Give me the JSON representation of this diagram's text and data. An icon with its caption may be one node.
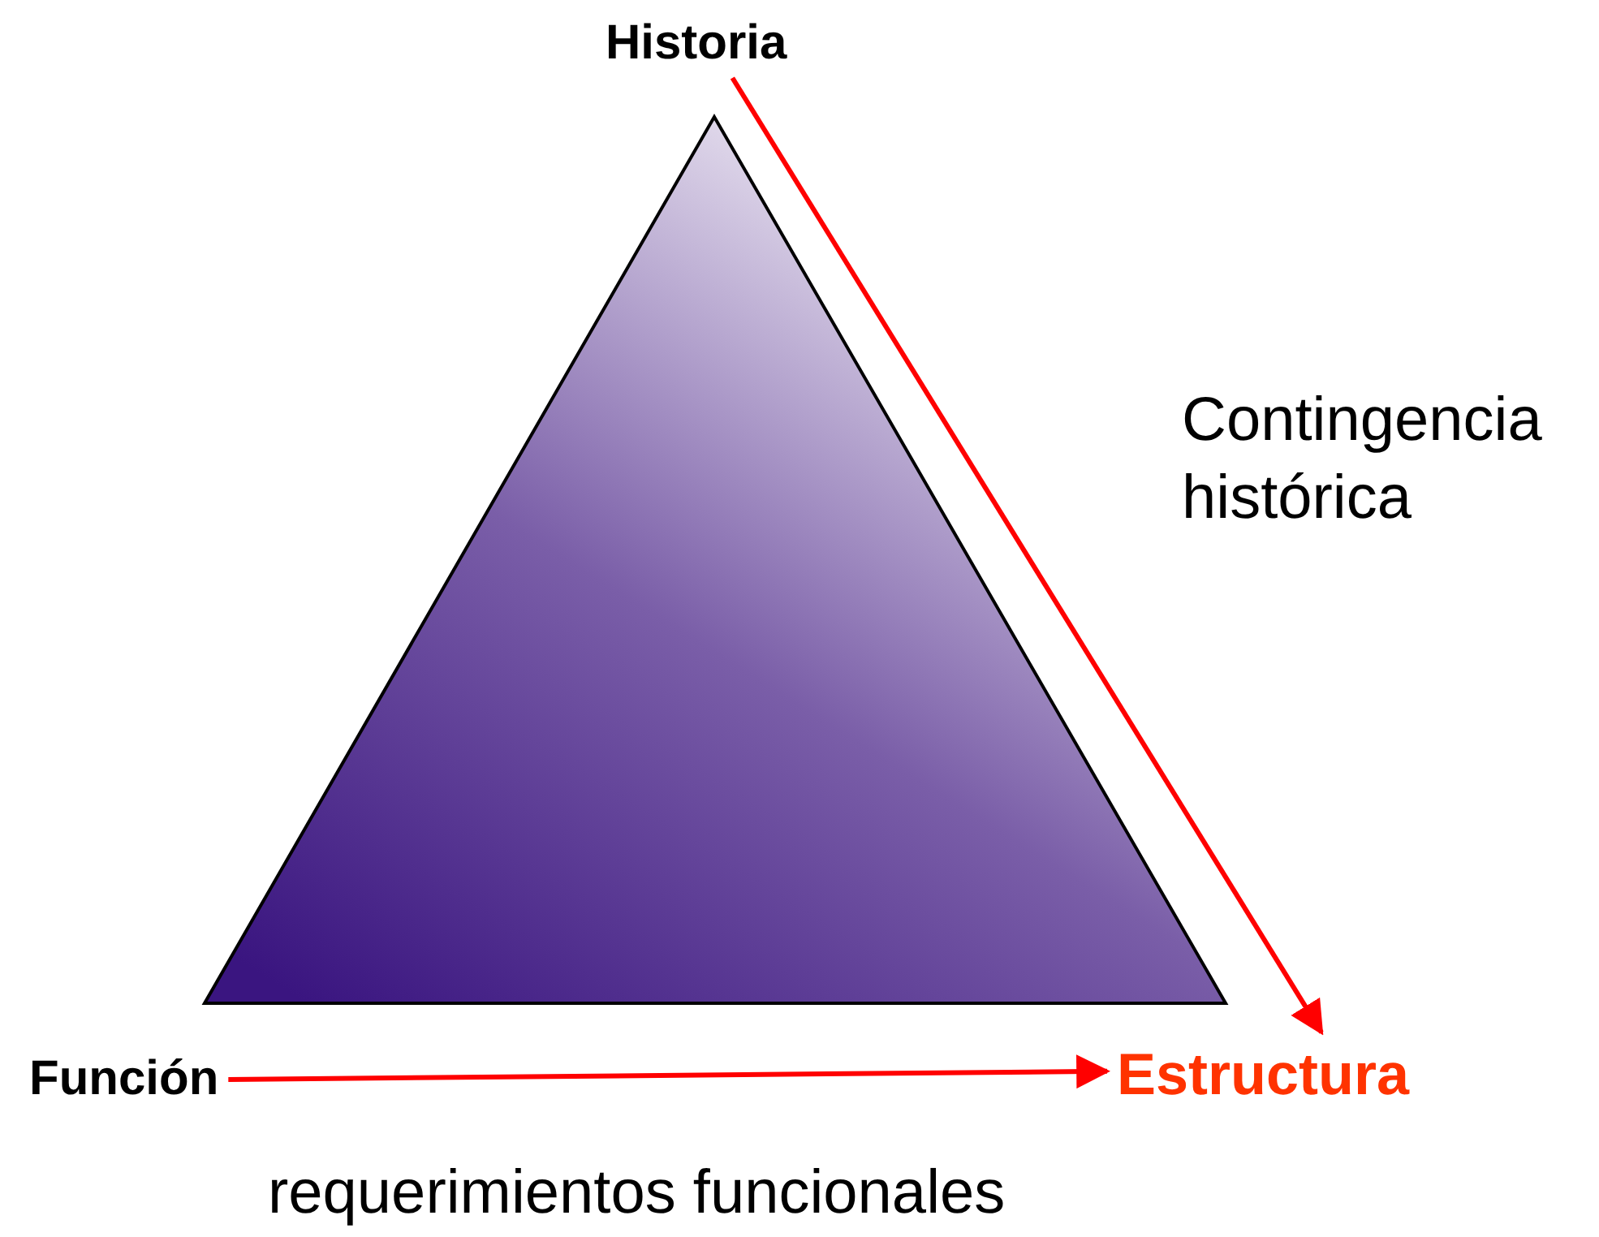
{
  "diagram": {
    "nodes": [
      {
        "text": [
          "Historia"
        ]
      },
      {
        "text": [
          "Función"
        ]
      },
      {
        "text": [
          "Estructura"
        ]
      }
    ],
    "edges": [
      {
        "from": 0,
        "to": 2,
        "arrow": "to",
        "label": "Contingencia histórica",
        "color": "#ff0000"
      },
      {
        "from": 1,
        "to": 2,
        "arrow": "to",
        "label": "requerimientos funcionales",
        "color": "#ff0000"
      }
    ]
  }
}
